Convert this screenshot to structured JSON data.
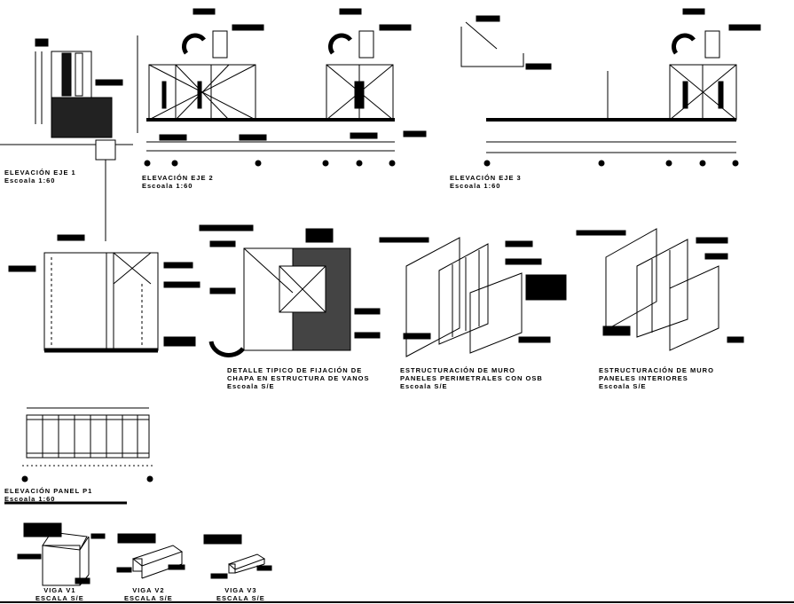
{
  "drawings": {
    "eje1": {
      "title": "ELEVACIÓN EJE 1",
      "scale": "Escoala 1:60"
    },
    "eje2": {
      "title": "ELEVACIÓN EJE 2",
      "scale": "Escoala 1:60"
    },
    "eje3": {
      "title": "ELEVACIÓN EJE 3",
      "scale": "Escoala 1:60"
    },
    "detalle": {
      "title1": "DETALLE TIPICO DE FIJACIÓN DE",
      "title2": "CHAPA EN ESTRUCTURA DE VANOS",
      "scale": "Escoala S/E"
    },
    "muro_perimetral": {
      "title1": "ESTRUCTURACIÓN DE MURO",
      "title2": "PANELES PERIMETRALES CON OSB",
      "scale": "Escoala S/E"
    },
    "muro_interior": {
      "title1": "ESTRUCTURACIÓN DE MURO",
      "title2": "PANELES INTERIORES",
      "scale": "Escoala S/E"
    },
    "panel_p1": {
      "title": "ELEVACIÓN PANEL P1",
      "scale": "Escoala 1:60"
    },
    "viga_v1": {
      "title": "VIGA V1",
      "scale": "ESCALA S/E"
    },
    "viga_v2": {
      "title": "VIGA V2",
      "scale": "ESCALA S/E"
    },
    "viga_v3": {
      "title": "VIGA V3",
      "scale": "ESCALA S/E"
    }
  },
  "colors": {
    "ink": "#000000",
    "paper": "#ffffff"
  }
}
